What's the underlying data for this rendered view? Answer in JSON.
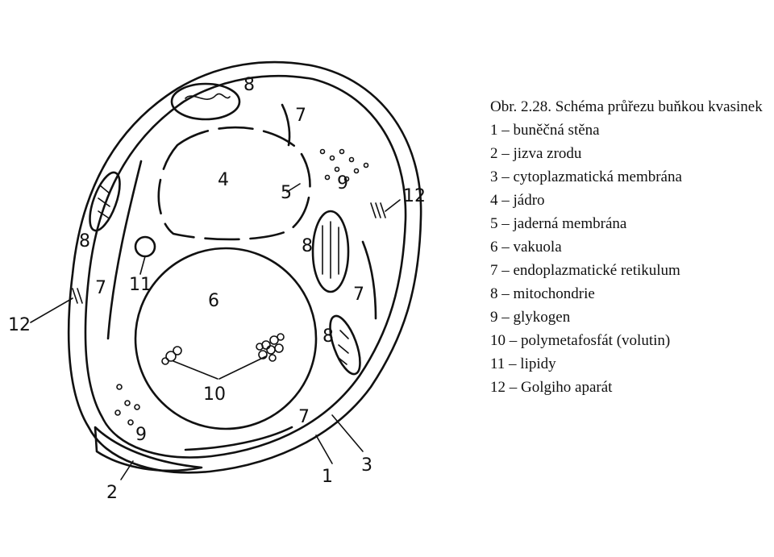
{
  "caption": {
    "number": "Obr. 2.28.",
    "title": "Schéma průřezu buňkou kvasinek"
  },
  "legend": [
    {
      "num": "1",
      "text": "buněčná stěna"
    },
    {
      "num": "2",
      "text": "jizva zrodu"
    },
    {
      "num": "3",
      "text": "cytoplazmatická membrána"
    },
    {
      "num": "4",
      "text": "jádro"
    },
    {
      "num": "5",
      "text": "jaderná membrána"
    },
    {
      "num": "6",
      "text": "vakuola"
    },
    {
      "num": "7",
      "text": "endoplazmatické retikulum"
    },
    {
      "num": "8",
      "text": "mitochondrie"
    },
    {
      "num": "9",
      "text": "glykogen"
    },
    {
      "num": "10",
      "text": "polymetafosfát (volutin)"
    },
    {
      "num": "11",
      "text": "lipidy"
    },
    {
      "num": "12",
      "text": "Golgiho aparát"
    }
  ],
  "labels": {
    "l1": "1",
    "l2": "2",
    "l3": "3",
    "l4": "4",
    "l5": "5",
    "l6": "6",
    "l7a": "7",
    "l7b": "7",
    "l7c": "7",
    "l7d": "7",
    "l8a": "8",
    "l8b": "8",
    "l8c": "8",
    "l8d": "8",
    "l9a": "9",
    "l9b": "9",
    "l10": "10",
    "l11": "11",
    "l12a": "12",
    "l12b": "12"
  },
  "separator": " – "
}
